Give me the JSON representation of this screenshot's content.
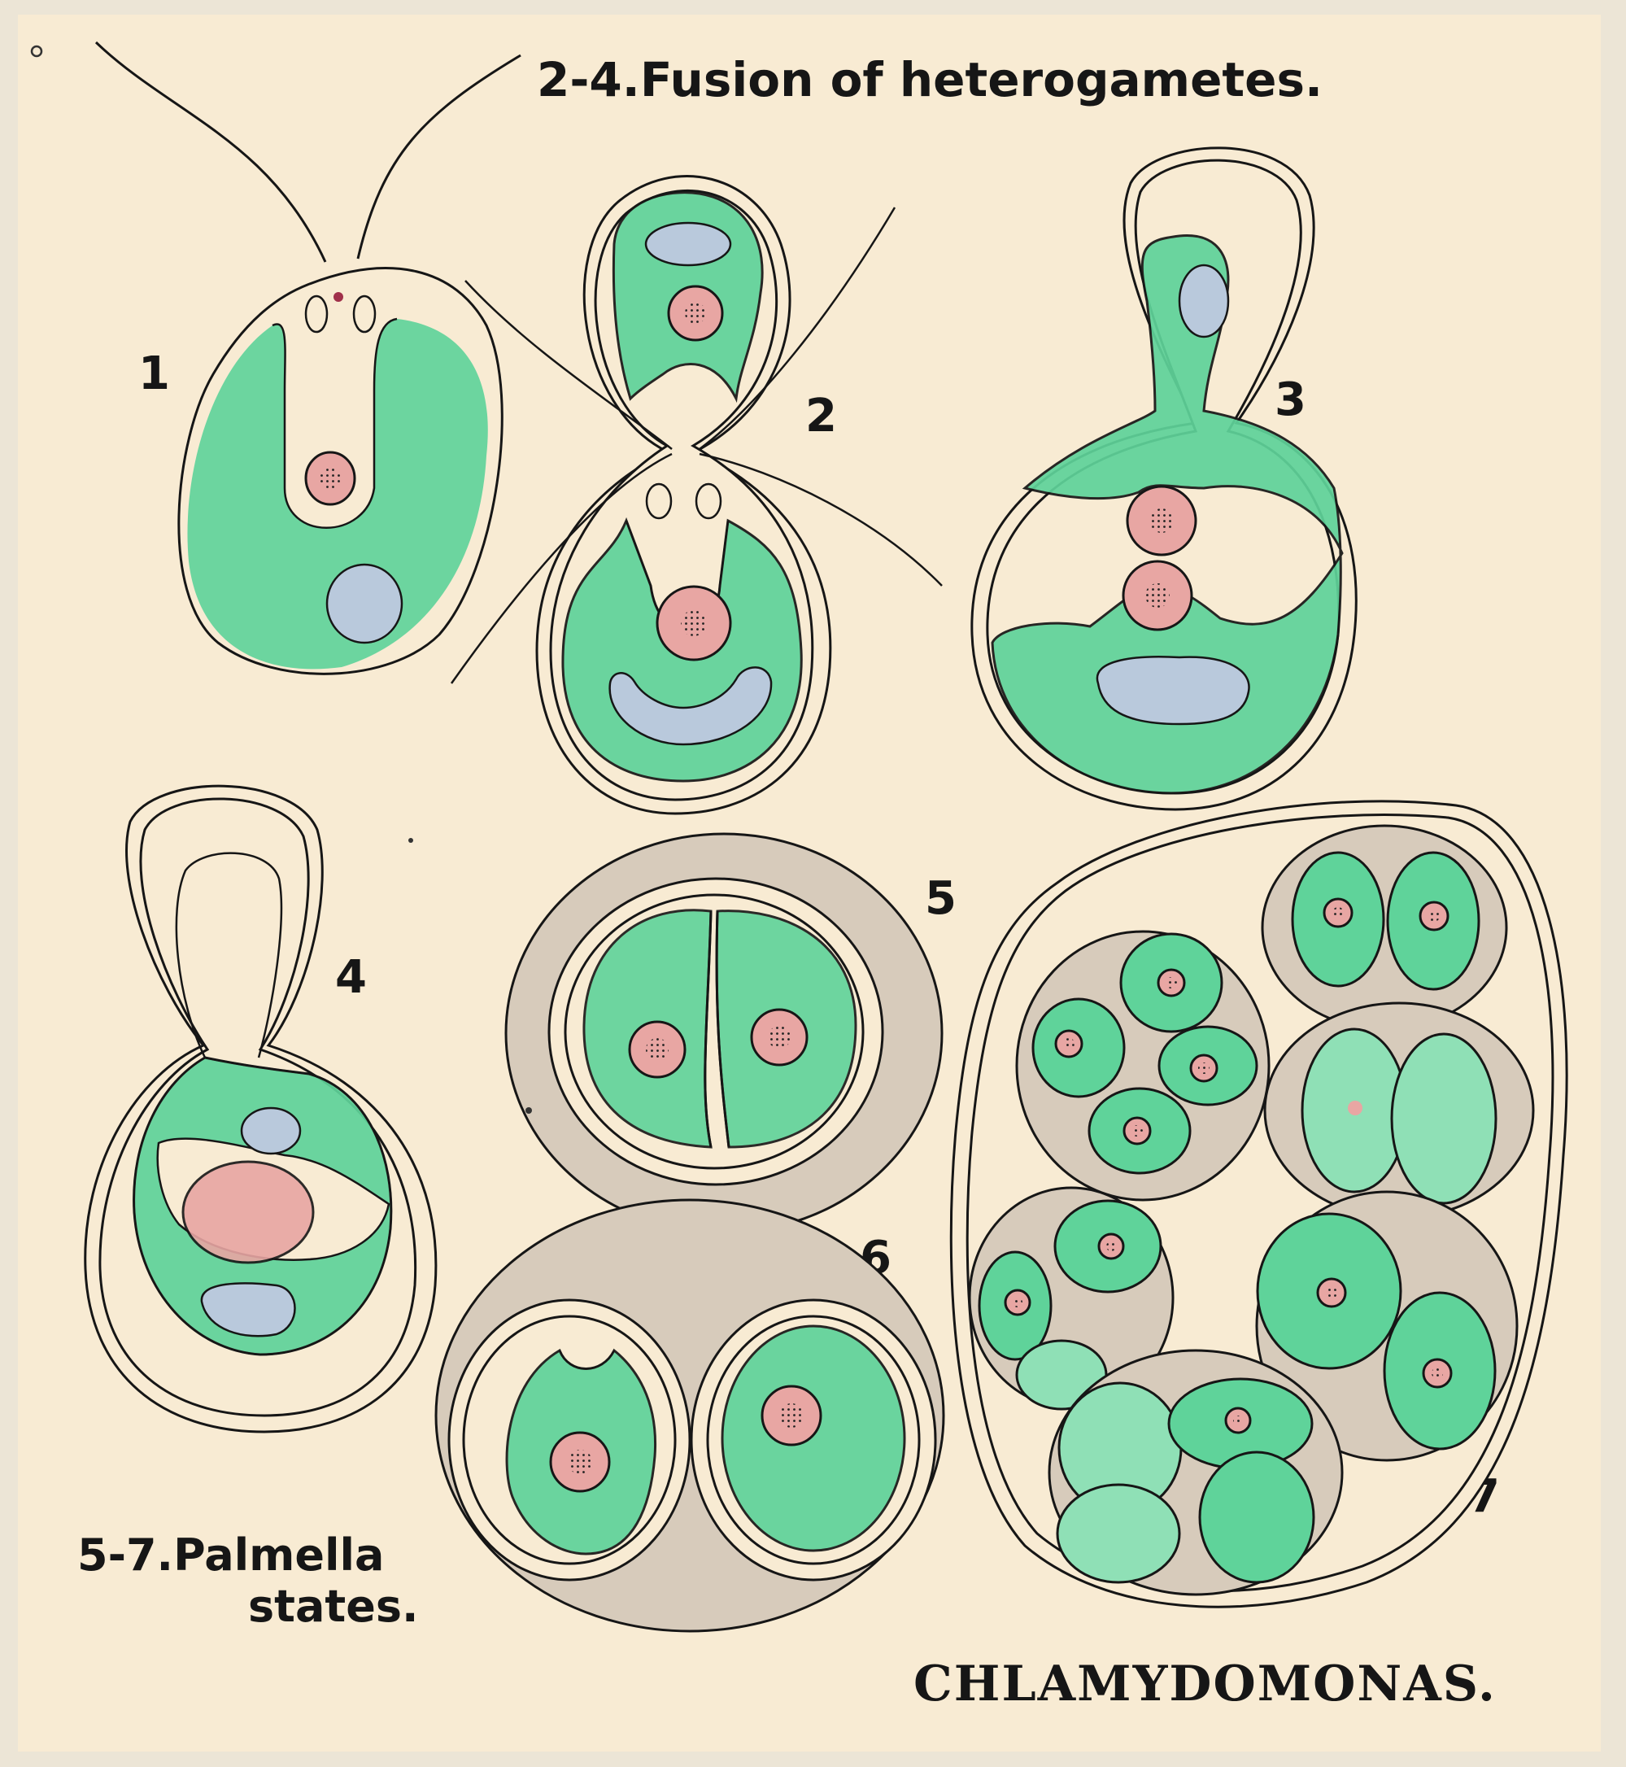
{
  "chart_data": {
    "type": "diagram",
    "title": "CHLAMYDOMONAS.",
    "headings": [
      "2-4.Fusion of heterogametes.",
      "5-7.Palmella",
      "states."
    ],
    "figure_numbers": [
      "1",
      "2",
      "3",
      "4",
      "5",
      "6",
      "7"
    ]
  },
  "colors": {
    "paper": "#f8ebd3",
    "border": "#ece5d6",
    "chloroplast": "#5fd39a",
    "chloroplast_light": "#8fe0b6",
    "nucleus": "#e8a6a3",
    "pyrenoid": "#b9c9dc",
    "sheath": "#d7cbbb",
    "ink": "#161616"
  }
}
